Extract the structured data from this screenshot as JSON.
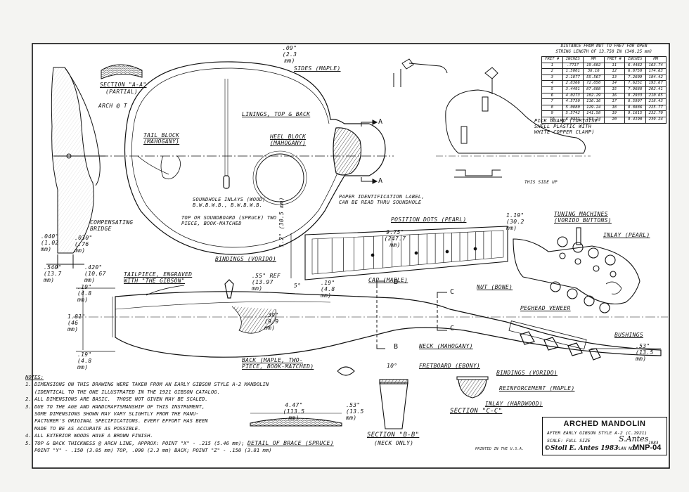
{
  "drawing": {
    "section_aa": "SECTION \"A-A\"",
    "section_aa_sub": "(PARTIAL)",
    "arch_t": "ARCH @ T",
    "compensating_bridge": "COMPENSATING BRIDGE",
    "dim_040": ".040\" (1.02 mm)",
    "dim_030": ".030\" (.76 mm)",
    "dim_540": ".540\" (13.7 mm)",
    "dim_420": ".420\" (10.67 mm)",
    "dim_top_09": ".09\" (2.3 mm)",
    "sides": "SIDES (MAPLE)",
    "linings": "LININGS, TOP & BACK",
    "tail_block": "TAIL BLOCK (MAHOGANY)",
    "heel_block": "HEEL BLOCK (MAHOGANY)",
    "label_a": "A",
    "paper_label": "PAPER IDENTIFICATION LABEL, CAN BE READ THRU SOUNDHOLE",
    "soundhole": "SOUNDHOLE INLAYS (WOOD) B.W.B.W.B., B.W.B.W.B.",
    "top_soundboard": "TOP OR SOUNDBOARD (SPRUCE) TWO PIECE, BOOK-MATCHED",
    "bindings_vorido": "BINDINGS (VORIDO)",
    "position_dots": "POSITION DOTS (PEARL)",
    "dim_975": "9.75\" (247.7 mm)",
    "dim_12": "1.2\" (30.5 mm)",
    "dim_119": "1.19\" (30.2 mm)",
    "tuning_machines": "TUNING MACHINES (VORIDO BUTTONS)",
    "inlay_pearl": "INLAY (PEARL)",
    "tailpiece": "TAILPIECE, ENGRAVED WITH \"THE GIBSON\"",
    "dim_19_top": ".19\" (4.8 mm)",
    "dim_55": ".55\" REF (13.97 mm)",
    "dim_5deg": "5°",
    "dim_19_mid": ".19\" (4.8 mm)",
    "cap": "CAP (MAPLE)",
    "nut": "NUT (BONE)",
    "label_b": "B",
    "label_c": "C",
    "peghead_veneer": "PEGHEAD VENEER",
    "bushings": "BUSHINGS",
    "dim_181": "1.81\" (46 mm)",
    "dim_39": ".39\" (9.9 mm)",
    "dim_19_bot": ".19\" (4.8 mm)",
    "neck": "NECK (MAHOGANY)",
    "dim_53": ".53\" (13.5 mm)",
    "back": "BACK (MAPLE, TWO-PIECE, BOOK-MATCHED)",
    "dim_10deg": "10°",
    "fretboard": "FRETBOARD (EBONY)",
    "bindings_c": "BINDINGS (VORIDO)",
    "reinforcement": "REINFORCEMENT (MAPLE)",
    "inlay_hardwood": "INLAY (HARDWOOD)",
    "dim_447": "4.47\" (113.5 mm)",
    "dim_53b": ".53\" (13.5 mm)",
    "detail_brace": "DETAIL OF BRACE (SPRUCE)",
    "section_bb": "SECTION \"B-B\"",
    "section_bb_sub": "(NECK ONLY)",
    "section_cc": "SECTION \"C-C\"",
    "this_side_up": "THIS SIDE UP",
    "pick_guard": "PICK GUARD (TORTOISE-SHELL PLASTIC WITH WHITE COPPER CLAMP)",
    "printed": "PRINTED IN THE U.S.A."
  },
  "notes": {
    "heading": "NOTES:",
    "lines": [
      "1. DIMENSIONS ON THIS DRAWING WERE TAKEN FROM AN EARLY GIBSON STYLE A-2 MANDOLIN",
      "   (IDENTICAL TO THE ONE ILLUSTRATED IN THE 1921 GIBSON CATALOG.",
      "2. ALL DIMENSIONS ARE BASIC.  THOSE NOT GIVEN MAY BE SCALED.",
      "3. DUE TO THE AGE AND HANDCRAFTSMANSHIP OF THIS INSTRUMENT,",
      "   SOME DIMENSIONS SHOWN MAY VARY SLIGHTLY FROM THE MANU-",
      "   FACTURER'S ORIGINAL SPECIFICATIONS. EVERY EFFORT HAS BEEN",
      "   MADE TO BE AS ACCURATE AS POSSIBLE.",
      "4. ALL EXTERIOR WOODS HAVE A BROWN FINISH.",
      "5. TOP & BACK THICKNESS @ ARCH LINE, APPROX: POINT \"X\" - .215 (5.46 mm);",
      "   POINT \"Y\" - .150 (3.05 mm) TOP, .090 (2.3 mm) BACK; POINT \"Z\" - .150 (3.81 mm)"
    ]
  },
  "fret_table": {
    "header": [
      "DISTANCE FROM NUT TO FRET FOR OPEN",
      "STRING LENGTH OF 13.750 IN (349.25 mm)"
    ],
    "columns": [
      "FRET #",
      "INCHES",
      "MM",
      "FRET #",
      "INCHES",
      "MM"
    ],
    "rows": [
      [
        "1",
        ".7717",
        "19.602",
        "11",
        "6.4462",
        "163.74"
      ],
      [
        "2",
        "1.5001",
        "38.10",
        "12",
        "6.8750",
        "174.63"
      ],
      [
        "3",
        "2.1877",
        "55.567",
        "13",
        "7.2609",
        "184.42"
      ],
      [
        "4",
        "2.8366",
        "72.050",
        "14",
        "7.6251",
        "193.67"
      ],
      [
        "5",
        "3.4491",
        "87.608",
        "15",
        "7.9688",
        "202.41"
      ],
      [
        "6",
        "4.0273",
        "102.29",
        "16",
        "8.2933",
        "210.65"
      ],
      [
        "7",
        "4.5730",
        "116.16",
        "17",
        "8.5997",
        "218.43"
      ],
      [
        "8",
        "5.0880",
        "129.24",
        "18",
        "8.8886",
        "225.77"
      ],
      [
        "9",
        "5.5742",
        "141.58",
        "19",
        "9.1615",
        "232.70"
      ],
      [
        "10",
        "6.0331",
        "153.24",
        "20",
        "9.4190",
        "239.24"
      ]
    ]
  },
  "title_block": {
    "title": "ARCHED MANDOLIN",
    "subtitle": "AFTER EARLY GIBSON STYLE A-2 (C.1921)",
    "scale": "SCALE: FULL SIZE",
    "signature": "S.Antes",
    "year": "1983",
    "copyright": "©Stoll E. Antes 1983",
    "plan_label": "PLAN NO.",
    "plan_no": "MNP-04"
  },
  "colors": {
    "ink": "#111111",
    "paper": "#f4f4f2",
    "frame": "#ffffff"
  }
}
